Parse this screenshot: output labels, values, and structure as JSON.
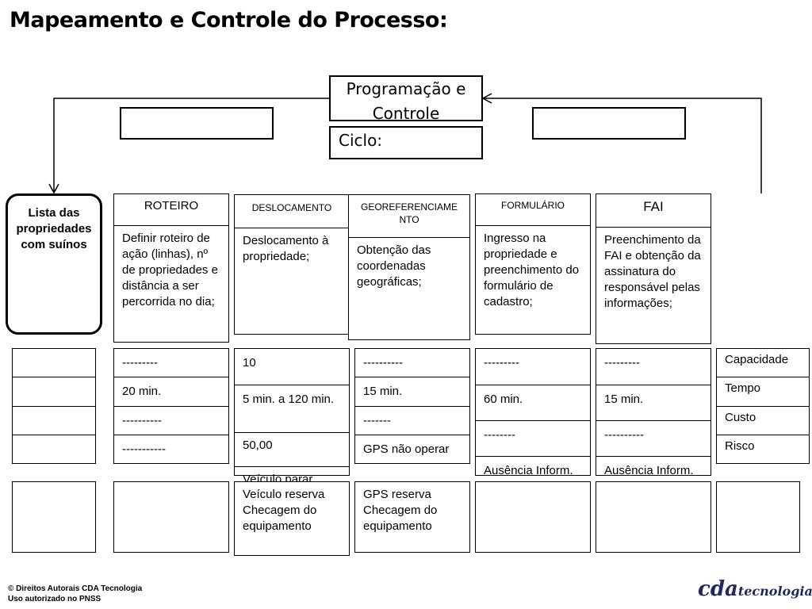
{
  "title": "Mapeamento e Controle do Processo:",
  "top": {
    "programacao": "Programação e Controle",
    "ciclo": "Ciclo:"
  },
  "lista": "Lista das propriedades com suínos",
  "stages": [
    {
      "header": "ROTEIRO",
      "description": "Definir roteiro de ação (linhas), nº de propriedades e distância a ser percorrida no dia;"
    },
    {
      "header": "DESLOCAMENTO",
      "description": "Deslocamento à propriedade;"
    },
    {
      "header": "GEOREFERENCIAMENTO",
      "description": "Obtenção das coordenadas geográficas;"
    },
    {
      "header": "FORMULÁRIO",
      "description": "Ingresso na propriedade e preenchimento do formulário de cadastro;"
    },
    {
      "header": "FAI",
      "description": "Preenchimento da FAI e obtenção da assinatura do responsável pelas informações;"
    }
  ],
  "metrics": {
    "roteiro": [
      "---------",
      "20 min.",
      "----------",
      "-----------"
    ],
    "deslocamento": [
      "10",
      "5 min. a 120 min.",
      "50,00",
      "Veículo parar"
    ],
    "geo": [
      "----------",
      "15 min.",
      "-------",
      "GPS não operar"
    ],
    "formulario": [
      "---------",
      "60 min.",
      "--------",
      "Ausência Inform."
    ],
    "fai": [
      "---------",
      "15 min.",
      "----------",
      "Ausência Inform."
    ],
    "legend": [
      "Capacidade",
      "Tempo",
      "Custo",
      "Risco"
    ]
  },
  "contingency": {
    "deslocamento": "Veículo reserva Checagem do equipamento",
    "geo": "GPS reserva Checagem do equipamento"
  },
  "footer": {
    "line1": "© Direitos Autorais CDA Tecnologia",
    "line2": "Uso autorizado no PNSS"
  },
  "logo": {
    "brand": "cda",
    "suffix": "tecnologia"
  }
}
